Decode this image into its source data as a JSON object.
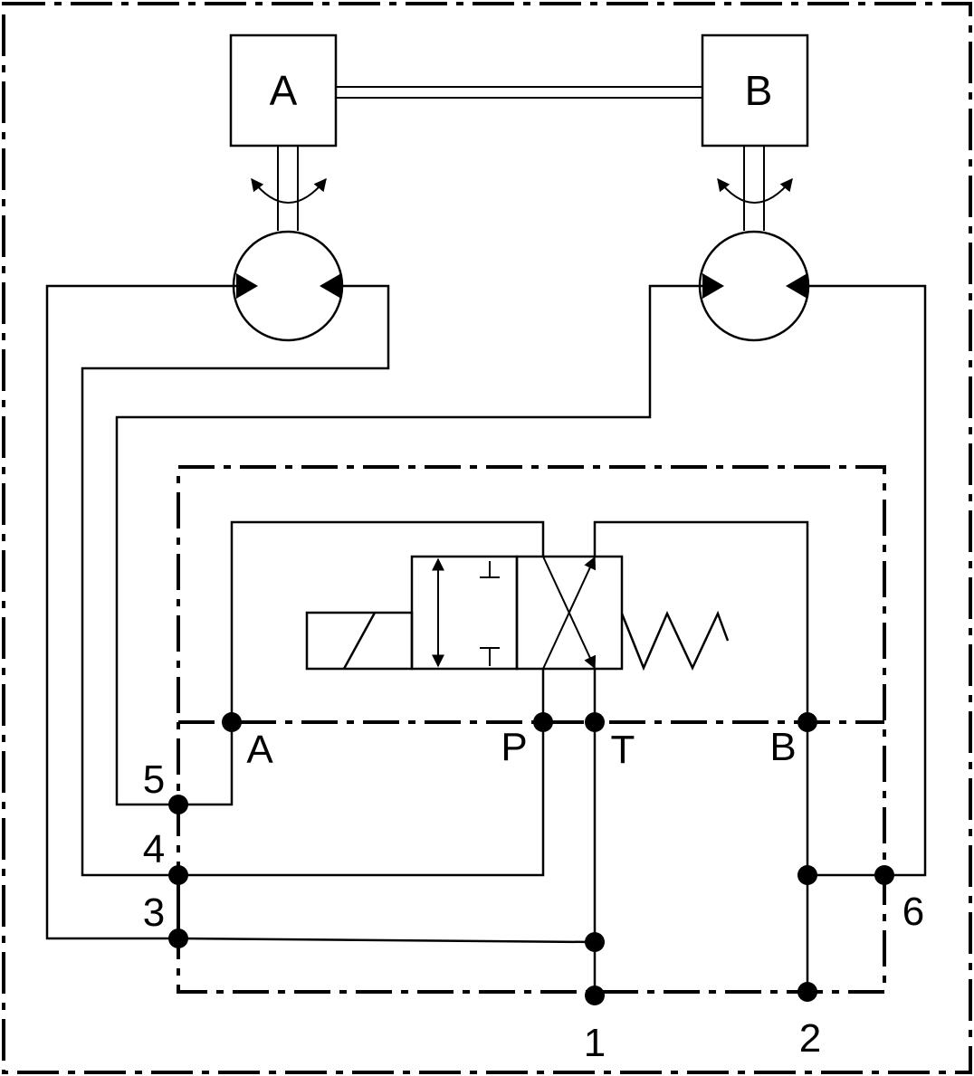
{
  "diagram": {
    "units": {
      "a": "A",
      "b": "B"
    },
    "valve_ports": {
      "a": "A",
      "p": "P",
      "t": "T",
      "b": "B"
    },
    "connections": {
      "c1": "1",
      "c2": "2",
      "c3": "3",
      "c4": "4",
      "c5": "5",
      "c6": "6"
    }
  }
}
